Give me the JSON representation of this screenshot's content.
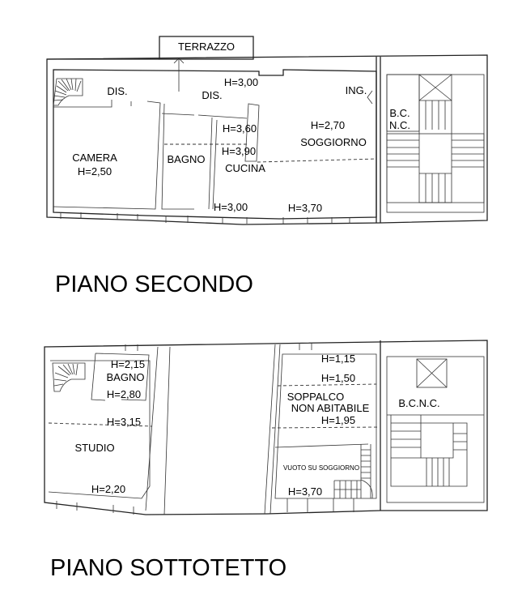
{
  "piano_secondo": {
    "title": "PIANO SECONDO",
    "labels": {
      "terrazzo": "TERRAZZO",
      "dis_left": "DIS.",
      "dis_center": "DIS.",
      "h_dis": "H=3,00",
      "ing": "ING.",
      "bc": "B.C.",
      "nc": "N.C.",
      "h_cucina_top": "H=3,60",
      "h_soggiorno": "H=2,70",
      "soggiorno": "SOGGIORNO",
      "h_cucina_mid": "H=3,90",
      "camera": "CAMERA",
      "h_camera": "H=2,50",
      "bagno": "BAGNO",
      "cucina": "CUCINA",
      "h_cucina_bottom": "H=3,00",
      "h_soggiorno_bottom": "H=3,70"
    }
  },
  "piano_sottotetto": {
    "title": "PIANO SOTTOTETTO",
    "labels": {
      "h_bagno_top": "H=2,15",
      "bagno": "BAGNO",
      "h_bagno_bottom": "H=2,80",
      "h_studio_top": "H=3,15",
      "studio": "STUDIO",
      "h_studio_bottom": "H=2,20",
      "h_soppalco_1": "H=1,15",
      "h_soppalco_2": "H=1,50",
      "soppalco": "SOPPALCO",
      "non_abitabile": "NON ABITABILE",
      "h_soppalco_3": "H=1,95",
      "bcnc": "B.C.N.C.",
      "vuoto": "VUOTO SU SOGGIORNO",
      "h_vuoto": "H=3,70"
    }
  }
}
